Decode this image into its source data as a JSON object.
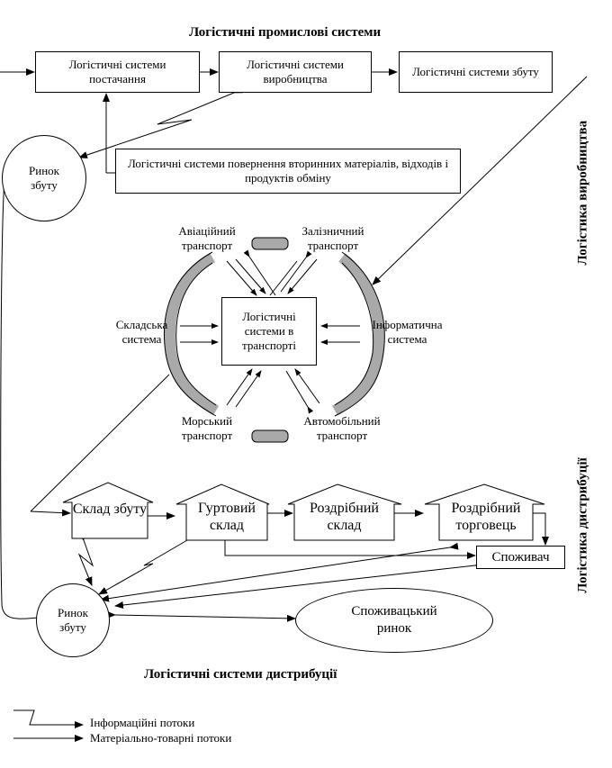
{
  "titles": {
    "top": "Логістичні промислові системи",
    "bottom": "Логістичні системи дистрибуції",
    "right_top": "Логістика виробництва",
    "right_bottom": "Логістика дистрибуції"
  },
  "top_row": {
    "supply": "Логістичні системи постачання",
    "production": "Логістичні системи виробництва",
    "sales": "Логістичні системи збуту"
  },
  "recycling": "Логістичні системи повернення вторинних матеріалів, відходів і продуктів обміну",
  "market_top": "Ринок збуту",
  "transport": {
    "center": "Логістичні системи в транспорті",
    "aviation": "Авіаційний транспорт",
    "rail": "Залізничний транспорт",
    "warehouse_system": "Складська система",
    "info_system": "Інформатична система",
    "sea": "Морський транспорт",
    "auto": "Автомобільний транспорт"
  },
  "distribution": {
    "sales_warehouse": "Склад збуту",
    "wholesale_warehouse": "Гуртовий склад",
    "retail_warehouse": "Роздрібний склад",
    "retailer": "Роздрібний торговець",
    "consumer": "Споживач"
  },
  "market_bottom": "Ринок збуту",
  "consumer_market": "Споживацький ринок",
  "legend": {
    "info_flows": "Інформаційні потоки",
    "material_flows": "Матеріально-товарні потоки"
  }
}
